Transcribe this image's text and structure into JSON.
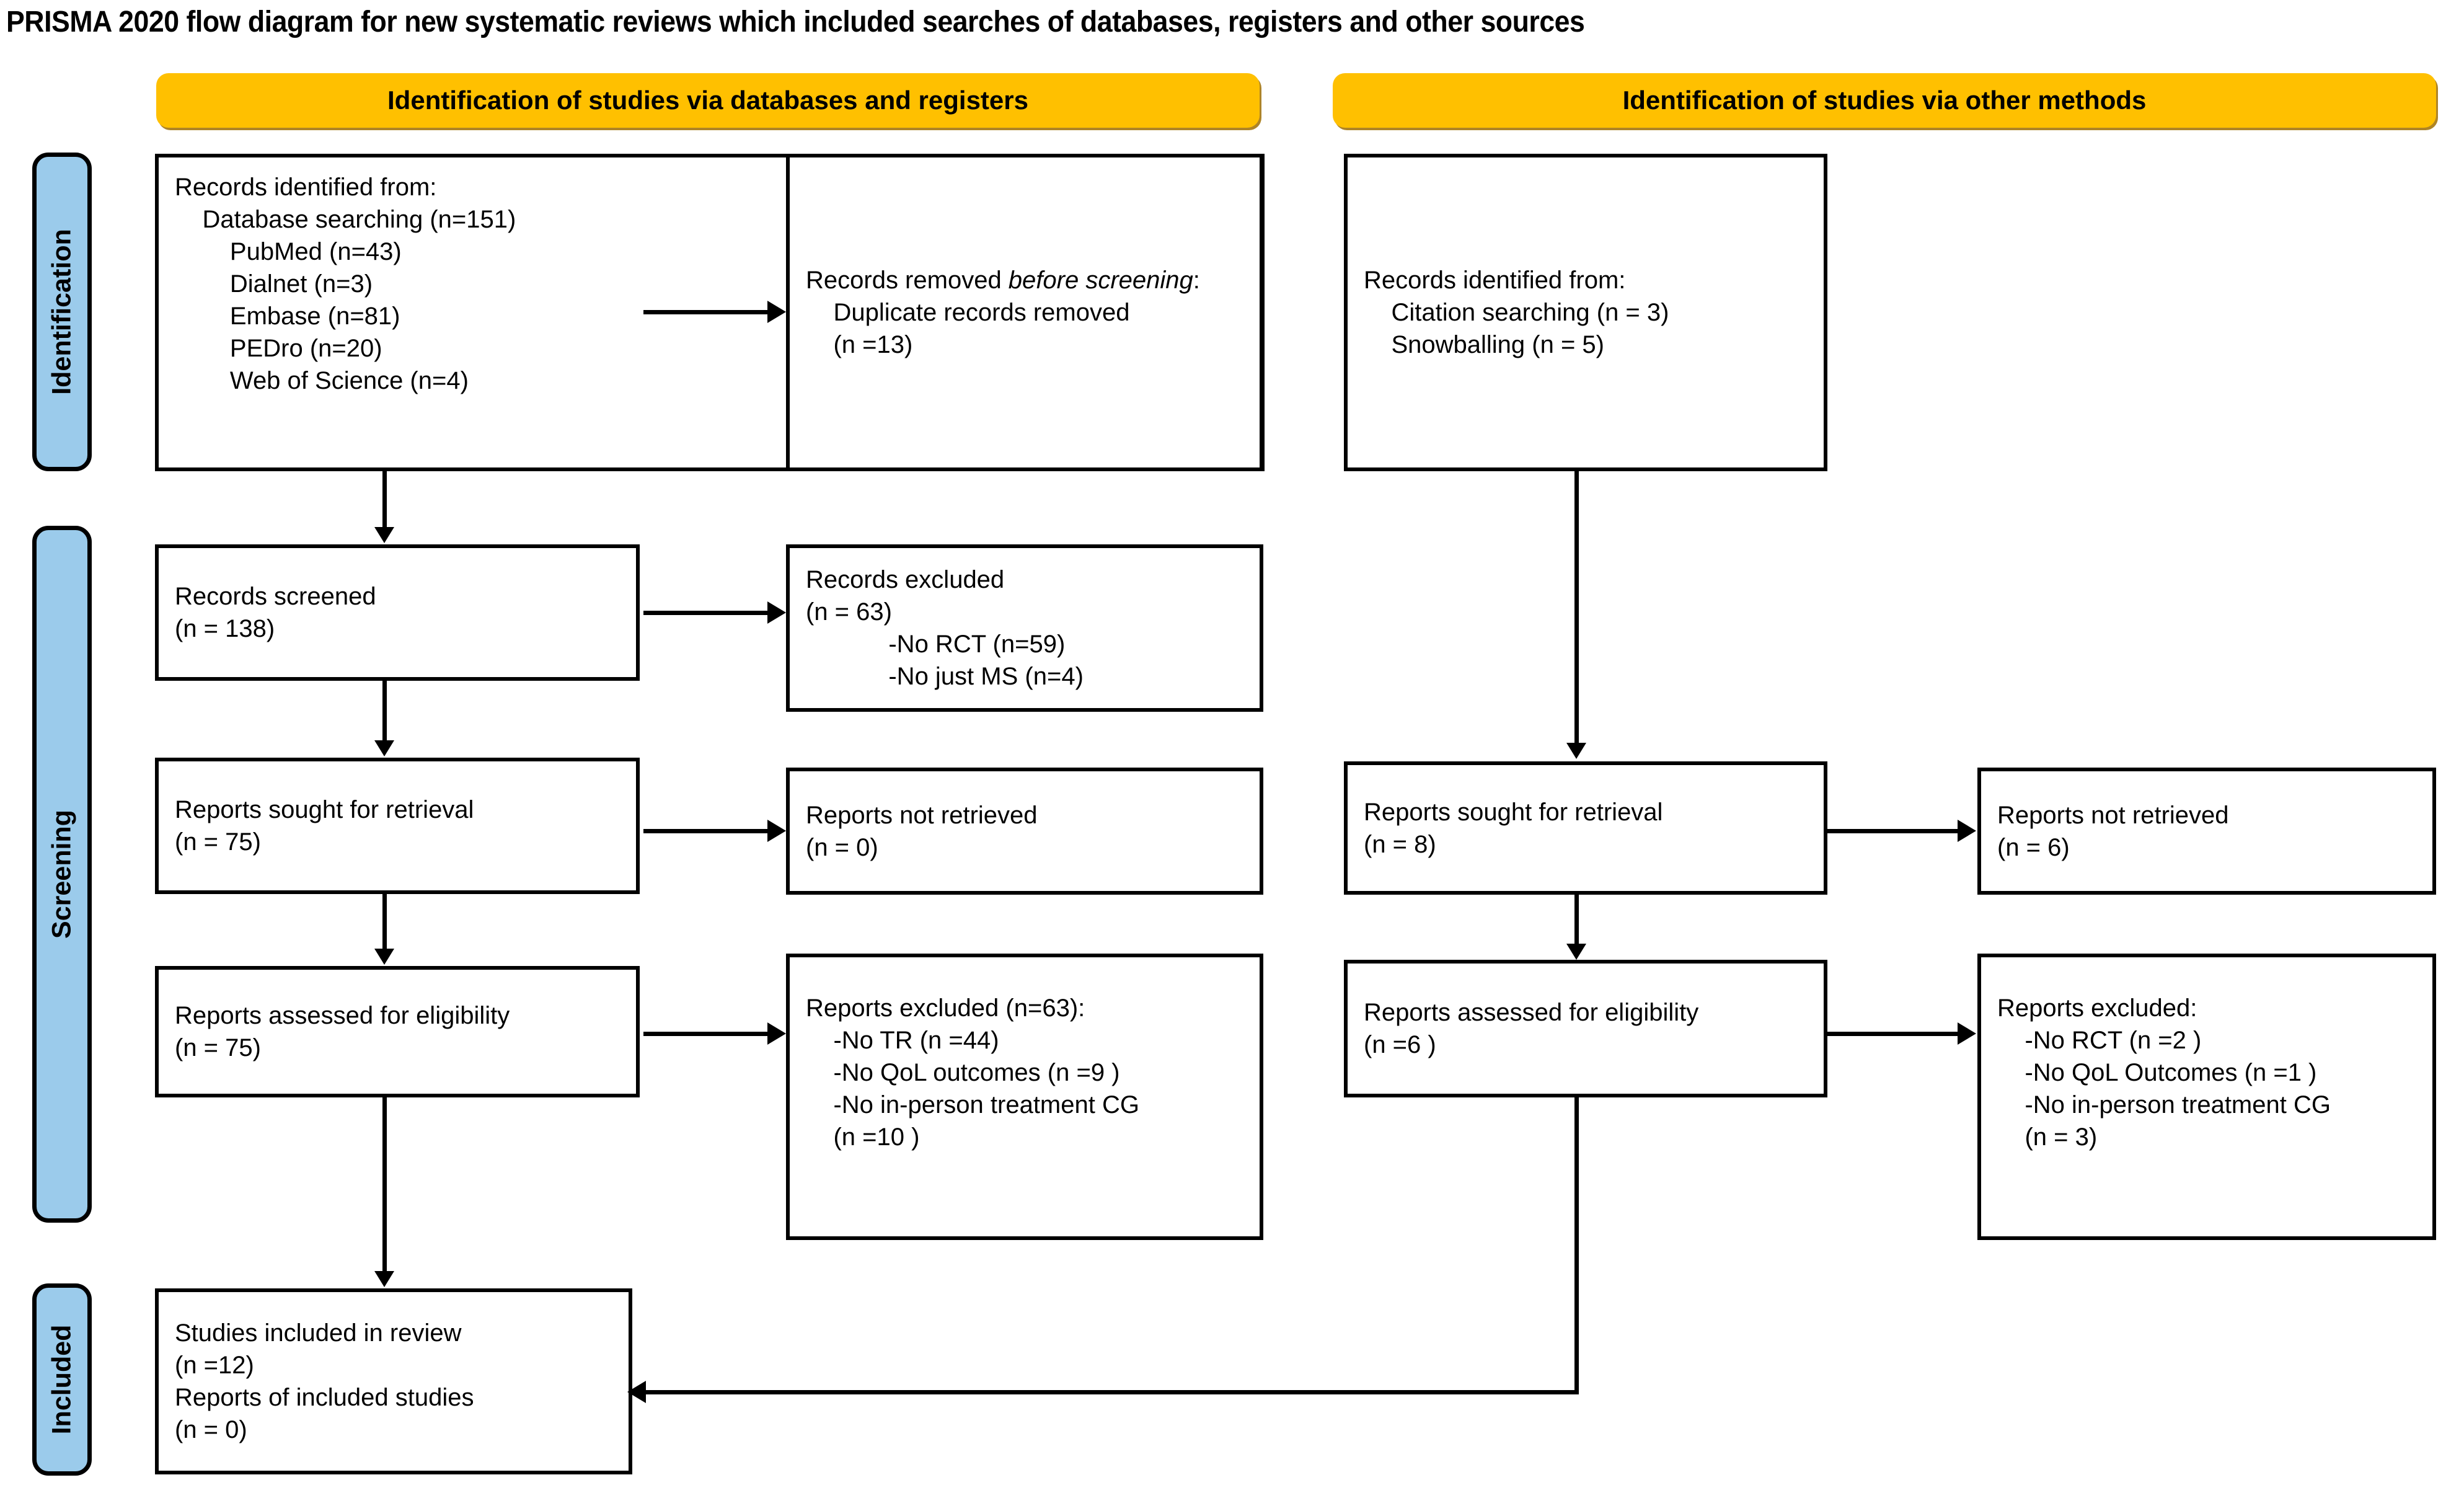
{
  "title": "PRISMA 2020 flow diagram for new systematic reviews which included searches of databases, registers and other sources",
  "colors": {
    "header_bar": "#FFC000",
    "phase_bar": "#9BCBEB",
    "box_border": "#000000",
    "background": "#FFFFFF"
  },
  "phases": [
    {
      "label": "Identification"
    },
    {
      "label": "Screening"
    },
    {
      "label": "Included"
    }
  ],
  "columns": [
    {
      "header": "Identification of studies via databases and registers"
    },
    {
      "header": "Identification of studies via other methods"
    }
  ],
  "boxes": {
    "records_identified_db": "Records identified from:\n    Database searching (n=151)\n        PubMed (n=43)\n        Dialnet (n=3)\n        Embase (n=81)\n        PEDro (n=20)\n        Web of Science (n=4)",
    "records_removed_pre": "\n    Duplicate records removed\n    (n =13)",
    "records_removed_pre_head": "Records removed ",
    "records_removed_pre_em": "before screening",
    "records_removed_pre_colon": ":",
    "records_identified_other": "Records identified from:\n    Citation searching (n = 3)\n    Snowballing (n = 5)",
    "records_screened": "Records screened\n(n = 138)",
    "records_excluded": "Records excluded\n(n = 63)\n            -No RCT (n=59)\n            -No just MS (n=4)",
    "reports_sought_db": "Reports sought for retrieval\n(n = 75)",
    "reports_not_retrieved_db": "Reports not retrieved\n(n = 0)",
    "reports_assessed_db": "Reports assessed for eligibility\n(n = 75)",
    "reports_excluded_db": "Reports excluded (n=63):\n    -No TR (n =44)\n    -No QoL outcomes (n =9 )\n    -No in-person treatment CG\n    (n =10 )",
    "reports_sought_other": "Reports sought for retrieval\n(n = 8)",
    "reports_not_retrieved_other": "Reports not retrieved\n(n = 6)",
    "reports_assessed_other": "Reports assessed for eligibility\n(n =6 )",
    "reports_excluded_other": "Reports excluded:\n    -No RCT (n =2 )\n    -No QoL Outcomes (n =1 )\n    -No in-person treatment CG\n    (n = 3)",
    "studies_included": "Studies included in review\n(n =12)\nReports of included studies\n(n = 0)"
  },
  "chart_data": {
    "type": "diagram",
    "title": "PRISMA 2020 flow diagram for new systematic reviews which included searches of databases, registers and other sources",
    "nodes": [
      {
        "id": "records_identified_db",
        "phase": "Identification",
        "column": "databases-and-registers",
        "n": 151,
        "sources": [
          {
            "name": "Database searching",
            "n": 151
          },
          {
            "name": "PubMed",
            "n": 43
          },
          {
            "name": "Dialnet",
            "n": 3
          },
          {
            "name": "Embase",
            "n": 81
          },
          {
            "name": "PEDro",
            "n": 20
          },
          {
            "name": "Web of Science",
            "n": 4
          }
        ]
      },
      {
        "id": "records_removed_pre",
        "phase": "Identification",
        "column": "databases-and-registers",
        "items": [
          {
            "name": "Duplicate records removed",
            "n": 13
          }
        ]
      },
      {
        "id": "records_identified_other",
        "phase": "Identification",
        "column": "other-methods",
        "sources": [
          {
            "name": "Citation searching",
            "n": 3
          },
          {
            "name": "Snowballing",
            "n": 5
          }
        ]
      },
      {
        "id": "records_screened",
        "phase": "Screening",
        "column": "databases-and-registers",
        "n": 138
      },
      {
        "id": "records_excluded",
        "phase": "Screening",
        "column": "databases-and-registers",
        "n": 63,
        "reasons": [
          {
            "name": "No RCT",
            "n": 59
          },
          {
            "name": "No just MS",
            "n": 4
          }
        ]
      },
      {
        "id": "reports_sought_db",
        "phase": "Screening",
        "column": "databases-and-registers",
        "n": 75
      },
      {
        "id": "reports_not_retrieved_db",
        "phase": "Screening",
        "column": "databases-and-registers",
        "n": 0
      },
      {
        "id": "reports_assessed_db",
        "phase": "Screening",
        "column": "databases-and-registers",
        "n": 75
      },
      {
        "id": "reports_excluded_db",
        "phase": "Screening",
        "column": "databases-and-registers",
        "n": 63,
        "reasons": [
          {
            "name": "No TR",
            "n": 44
          },
          {
            "name": "No QoL outcomes",
            "n": 9
          },
          {
            "name": "No in-person treatment CG",
            "n": 10
          }
        ]
      },
      {
        "id": "reports_sought_other",
        "phase": "Screening",
        "column": "other-methods",
        "n": 8
      },
      {
        "id": "reports_not_retrieved_other",
        "phase": "Screening",
        "column": "other-methods",
        "n": 6
      },
      {
        "id": "reports_assessed_other",
        "phase": "Screening",
        "column": "other-methods",
        "n": 6
      },
      {
        "id": "reports_excluded_other",
        "phase": "Screening",
        "column": "other-methods",
        "reasons": [
          {
            "name": "No RCT",
            "n": 2
          },
          {
            "name": "No QoL Outcomes",
            "n": 1
          },
          {
            "name": "No in-person treatment CG",
            "n": 3
          }
        ]
      },
      {
        "id": "studies_included",
        "phase": "Included",
        "column": "databases-and-registers",
        "studies_n": 12,
        "reports_n": 0
      }
    ],
    "edges": [
      {
        "from": "records_identified_db",
        "to": "records_removed_pre",
        "dir": "right"
      },
      {
        "from": "records_identified_db",
        "to": "records_screened",
        "dir": "down"
      },
      {
        "from": "records_screened",
        "to": "records_excluded",
        "dir": "right"
      },
      {
        "from": "records_screened",
        "to": "reports_sought_db",
        "dir": "down"
      },
      {
        "from": "reports_sought_db",
        "to": "reports_not_retrieved_db",
        "dir": "right"
      },
      {
        "from": "reports_sought_db",
        "to": "reports_assessed_db",
        "dir": "down"
      },
      {
        "from": "reports_assessed_db",
        "to": "reports_excluded_db",
        "dir": "right"
      },
      {
        "from": "reports_assessed_db",
        "to": "studies_included",
        "dir": "down"
      },
      {
        "from": "records_identified_other",
        "to": "reports_sought_other",
        "dir": "down"
      },
      {
        "from": "reports_sought_other",
        "to": "reports_not_retrieved_other",
        "dir": "right"
      },
      {
        "from": "reports_sought_other",
        "to": "reports_assessed_other",
        "dir": "down"
      },
      {
        "from": "reports_assessed_other",
        "to": "reports_excluded_other",
        "dir": "right"
      },
      {
        "from": "reports_assessed_other",
        "to": "studies_included",
        "dir": "left"
      }
    ]
  }
}
